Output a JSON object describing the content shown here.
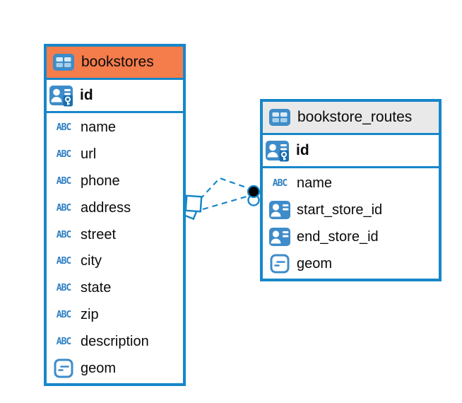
{
  "diagram": {
    "colors": {
      "accent_blue": "#1787c9",
      "icon_blue": "#3e8cc9",
      "bookstores_header_orange": "#f57c4b",
      "routes_header_gray": "#e9e9e9",
      "relationship_dot_black": "#000000"
    },
    "icons": {
      "text_type_label": "ABC"
    },
    "tables": [
      {
        "title": "bookstores",
        "primary_key": {
          "name": "id"
        },
        "columns": [
          {
            "name": "name",
            "type": "text"
          },
          {
            "name": "url",
            "type": "text"
          },
          {
            "name": "phone",
            "type": "text"
          },
          {
            "name": "address",
            "type": "text"
          },
          {
            "name": "street",
            "type": "text"
          },
          {
            "name": "city",
            "type": "text"
          },
          {
            "name": "state",
            "type": "text"
          },
          {
            "name": "zip",
            "type": "text"
          },
          {
            "name": "description",
            "type": "text"
          },
          {
            "name": "geom",
            "type": "geometry"
          }
        ]
      },
      {
        "title": "bookstore_routes",
        "primary_key": {
          "name": "id"
        },
        "columns": [
          {
            "name": "name",
            "type": "text"
          },
          {
            "name": "start_store_id",
            "type": "foreign-key"
          },
          {
            "name": "end_store_id",
            "type": "foreign-key"
          },
          {
            "name": "geom",
            "type": "geometry"
          }
        ]
      }
    ],
    "relationships": [
      {
        "from_table": "bookstores",
        "to_table": "bookstore_routes",
        "style": "dashed"
      },
      {
        "from_table": "bookstores",
        "to_table": "bookstore_routes",
        "style": "dashed"
      }
    ]
  }
}
